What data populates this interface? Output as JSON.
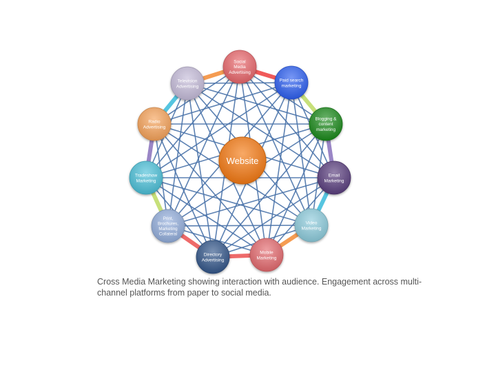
{
  "diagram": {
    "center": {
      "label": "Website",
      "color": "#f47a14"
    },
    "nodes": [
      {
        "id": "social",
        "lines": [
          "Social",
          "Media",
          "Advertising"
        ],
        "color": "#e8666b"
      },
      {
        "id": "paid-search",
        "lines": [
          "Paid search",
          "marketing"
        ],
        "color": "#2e5ff0"
      },
      {
        "id": "blogging",
        "lines": [
          "Blogging &",
          "content",
          "marketing"
        ],
        "color": "#1b8a1b"
      },
      {
        "id": "email",
        "lines": [
          "Email",
          "Marketing"
        ],
        "color": "#5a3f7e"
      },
      {
        "id": "video",
        "lines": [
          "Video",
          "Marketing"
        ],
        "color": "#8dcbdb"
      },
      {
        "id": "mobile",
        "lines": [
          "Mobile",
          "Marketing"
        ],
        "color": "#e36a6e"
      },
      {
        "id": "directory",
        "lines": [
          "Directory",
          "Advertising"
        ],
        "color": "#33568a"
      },
      {
        "id": "print",
        "lines": [
          "Print,",
          "Brochures,",
          "Marketing",
          "Collateral"
        ],
        "color": "#93aedb"
      },
      {
        "id": "tradeshow",
        "lines": [
          "Tradeshow",
          "Marketing"
        ],
        "color": "#4cc0d8"
      },
      {
        "id": "radio",
        "lines": [
          "Radio",
          "Advertising"
        ],
        "color": "#f6a35a"
      },
      {
        "id": "television",
        "lines": [
          "Television",
          "Advertising"
        ],
        "color": "#c5bcd9"
      }
    ],
    "ring_colors": [
      "#f05a5a",
      "#c7e07a",
      "#9a86c6",
      "#56c5e0",
      "#f59c52",
      "#ee6a6a",
      "#ee6a6a",
      "#c7e07a",
      "#9a86c6",
      "#56c5e0",
      "#f59c52"
    ],
    "link_color": "#4a73aa"
  },
  "caption": "Cross Media Marketing showing interaction with audience. Engagement across multi-channel platforms from paper to social media."
}
